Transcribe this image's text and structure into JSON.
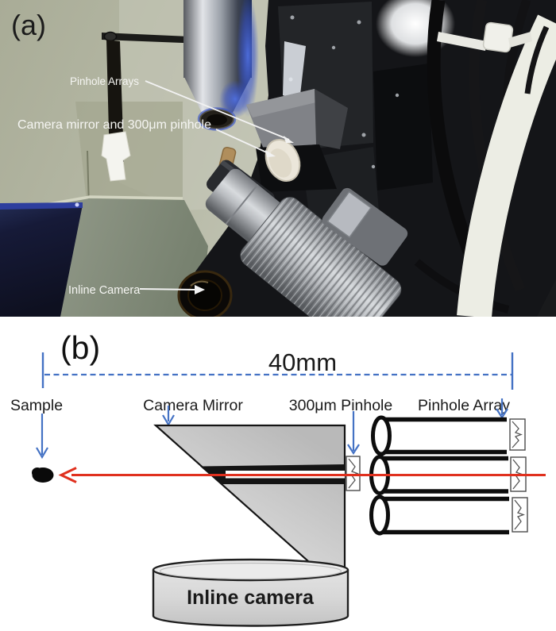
{
  "figure": {
    "panel_a": {
      "tag": "(a)",
      "label_pinhole_arrays": "Pinhole Arrays",
      "label_camera_mirror_pinhole": "Camera mirror and 300μm pinhole",
      "label_inline_camera": "Inline Camera"
    },
    "panel_b": {
      "tag": "(b)",
      "dimension_label": "40mm",
      "label_sample": "Sample",
      "label_camera_mirror": "Camera Mirror",
      "label_pinhole_300um": "300μm Pinhole",
      "label_pinhole_array": "Pinhole Array",
      "label_inline_camera": "Inline camera",
      "colors": {
        "annotation_blue": "#4472c4",
        "beam_red": "#e0301e"
      }
    }
  }
}
